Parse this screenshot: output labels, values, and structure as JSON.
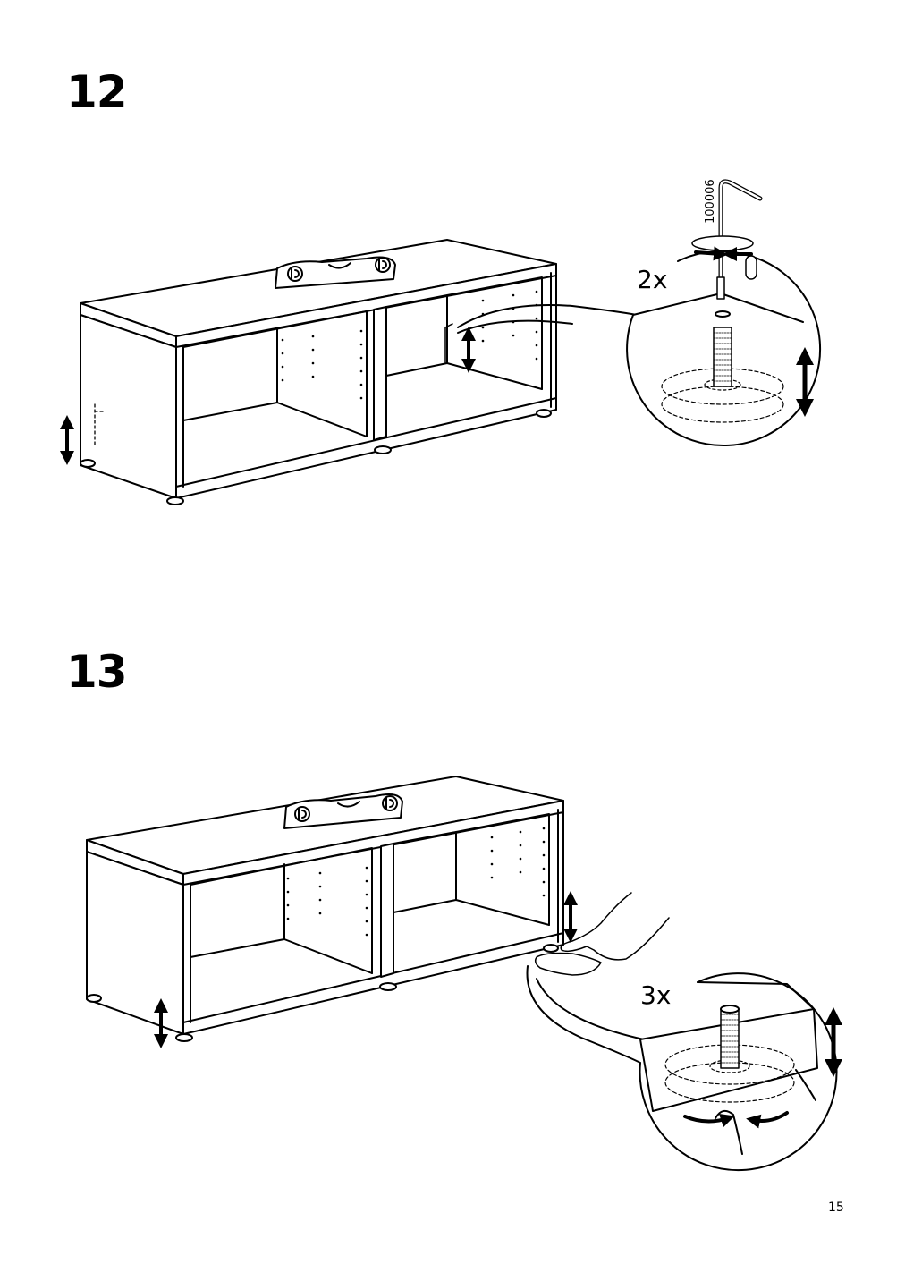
{
  "page_number": "15",
  "steps": [
    {
      "number": "12",
      "quantity": "2x",
      "part_number": "100006",
      "detail": "turn screw to lower/raise shelf pin height"
    },
    {
      "number": "13",
      "quantity": "3x",
      "detail": "turn adjustable feet to level unit"
    }
  ],
  "icons": [
    "spirit-level-icon",
    "up-down-arrow-icon",
    "rotate-arrow-icon",
    "allen-key-icon"
  ]
}
